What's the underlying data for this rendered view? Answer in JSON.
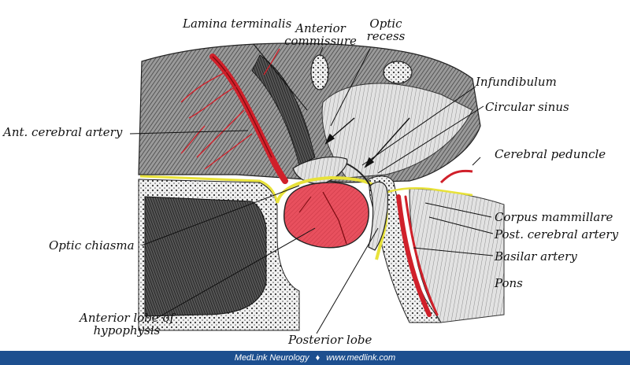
{
  "labels": {
    "lamina_terminalis": "Lamina terminalis",
    "anterior_commissure": "Anterior commissure",
    "optic_recess": "Optic recess",
    "infundibulum": "Infundibulum",
    "circular_sinus": "Circular sinus",
    "ant_cerebral_artery": "Ant. cerebral artery",
    "cerebral_peduncle": "Cerebral peduncle",
    "corpus_mammillare": "Corpus mammillare",
    "post_cerebral_artery": "Post. cerebral artery",
    "basilar_artery": "Basilar artery",
    "pons": "Pons",
    "optic_chiasma": "Optic chiasma",
    "anterior_lobe_of_hypophysis": "Anterior lobe of hypophysis",
    "posterior_lobe": "Posterior lobe"
  },
  "footer": {
    "brand": "MedLink Neurology",
    "separator": "♦",
    "url": "www.medlink.com"
  },
  "colors": {
    "artery": "#d0202a",
    "hypophysis": "#e8505e",
    "sinus": "#e8e23a",
    "footer_bg": "#1d4f8f"
  }
}
